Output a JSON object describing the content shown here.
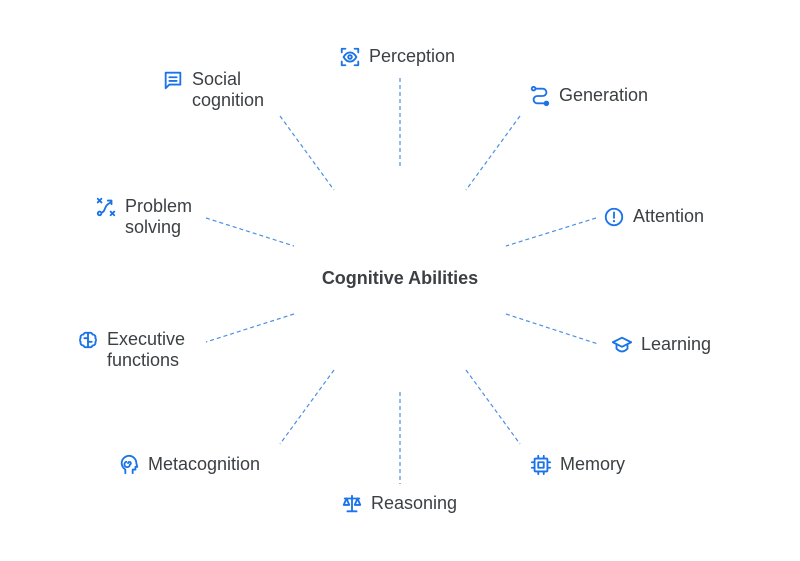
{
  "title": "Cognitive Abilities",
  "accent_color": "#1a73e8",
  "text_color": "#3c4043",
  "nodes": [
    {
      "id": "perception",
      "label": "Perception",
      "icon": "eye-scan-icon"
    },
    {
      "id": "generation",
      "label": "Generation",
      "icon": "route-icon"
    },
    {
      "id": "attention",
      "label": "Attention",
      "icon": "exclamation-circle-icon"
    },
    {
      "id": "learning",
      "label": "Learning",
      "icon": "graduation-cap-icon"
    },
    {
      "id": "memory",
      "label": "Memory",
      "icon": "chip-icon"
    },
    {
      "id": "reasoning",
      "label": "Reasoning",
      "icon": "balance-scale-icon"
    },
    {
      "id": "metacognition",
      "label": "Metacognition",
      "icon": "head-spiral-icon"
    },
    {
      "id": "executive",
      "label": "Executive\nfunctions",
      "icon": "brain-icon"
    },
    {
      "id": "problem",
      "label": "Problem\nsolving",
      "icon": "path-cross-icon"
    },
    {
      "id": "social",
      "label": "Social\ncognition",
      "icon": "chat-icon"
    }
  ]
}
